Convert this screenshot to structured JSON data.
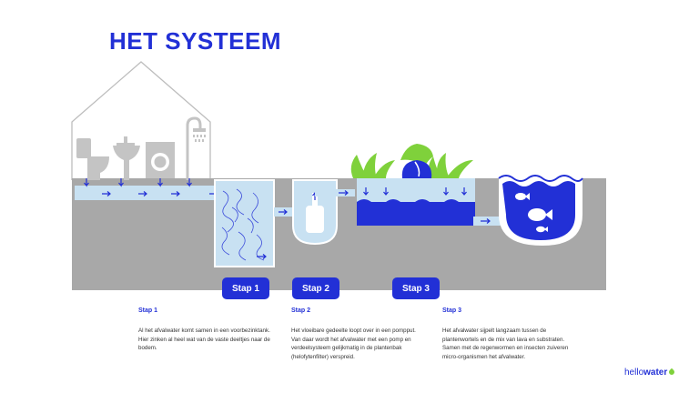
{
  "title": "HET SYSTEEM",
  "steps": [
    {
      "button": "Stap 1",
      "heading": "Stap 1",
      "text": "Al het afvalwater komt samen in een voorbezinktank. Hier zinken al heel wat van de vaste deeltjes naar de bodem."
    },
    {
      "button": "Stap 2",
      "heading": "Stap 2",
      "text": "Het vloeibare gedeelte loopt over in een pompput. Van daar wordt het afvalwater met een pomp en verdeelsysteem gelijkmatig in de plantenbak (helofytenfilter) verspreid."
    },
    {
      "button": "Stap 3",
      "heading": "Stap 3",
      "text": "Het afvalwater sijpelt langzaam tussen de plantenwortels en de mix van lava en substraten. Samen met de regenwormen en insecten zuiveren micro-organismen het afvalwater."
    }
  ],
  "logo": {
    "part1": "hello",
    "part2": "water"
  },
  "colors": {
    "blue": "#2230d6",
    "ground": "#a8a8a8",
    "water_light": "#c8e1f2",
    "leaf": "#7fd13b",
    "house_gray": "#bdbdbd"
  }
}
